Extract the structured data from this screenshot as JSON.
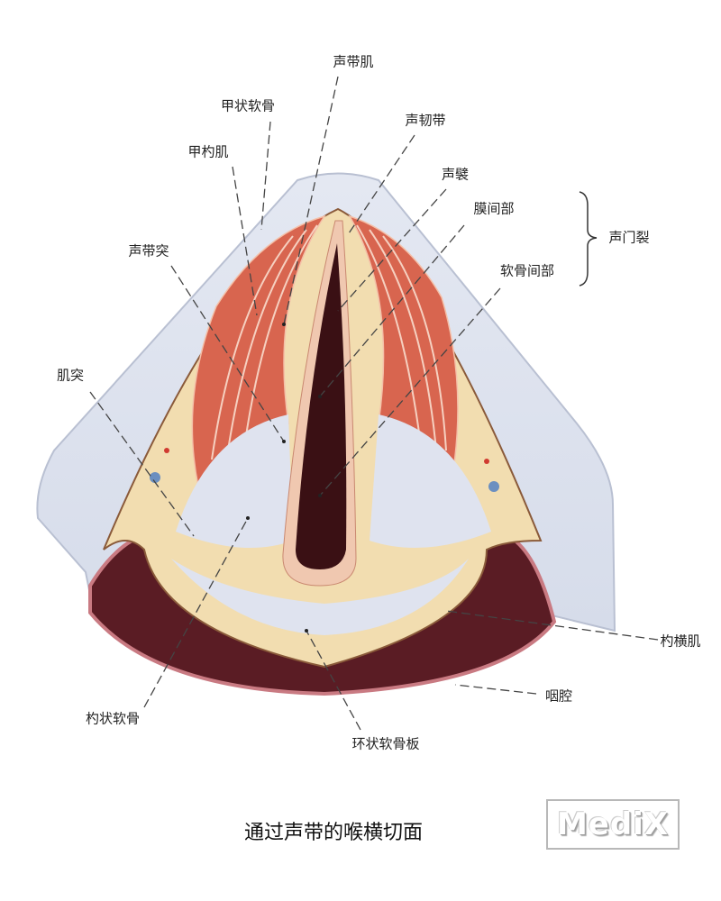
{
  "labels": {
    "vocalis": "声带肌",
    "thyroid_cartilage": "甲状软骨",
    "vocal_ligament": "声韧带",
    "thyroarytenoid": "甲杓肌",
    "vocal_fold": "声襞",
    "intermembranous_part": "膜间部",
    "rima_glottidis": "声门裂",
    "vocal_process": "声带突",
    "intercartilaginous_part": "软骨间部",
    "muscular_process": "肌突",
    "transverse_arytenoid": "杓横肌",
    "pharynx": "咽腔",
    "arytenoid_cartilage": "杓状软骨",
    "cricoid_lamina": "环状软骨板"
  },
  "caption": "通过声带的喉横切面",
  "watermark": "MediX"
}
